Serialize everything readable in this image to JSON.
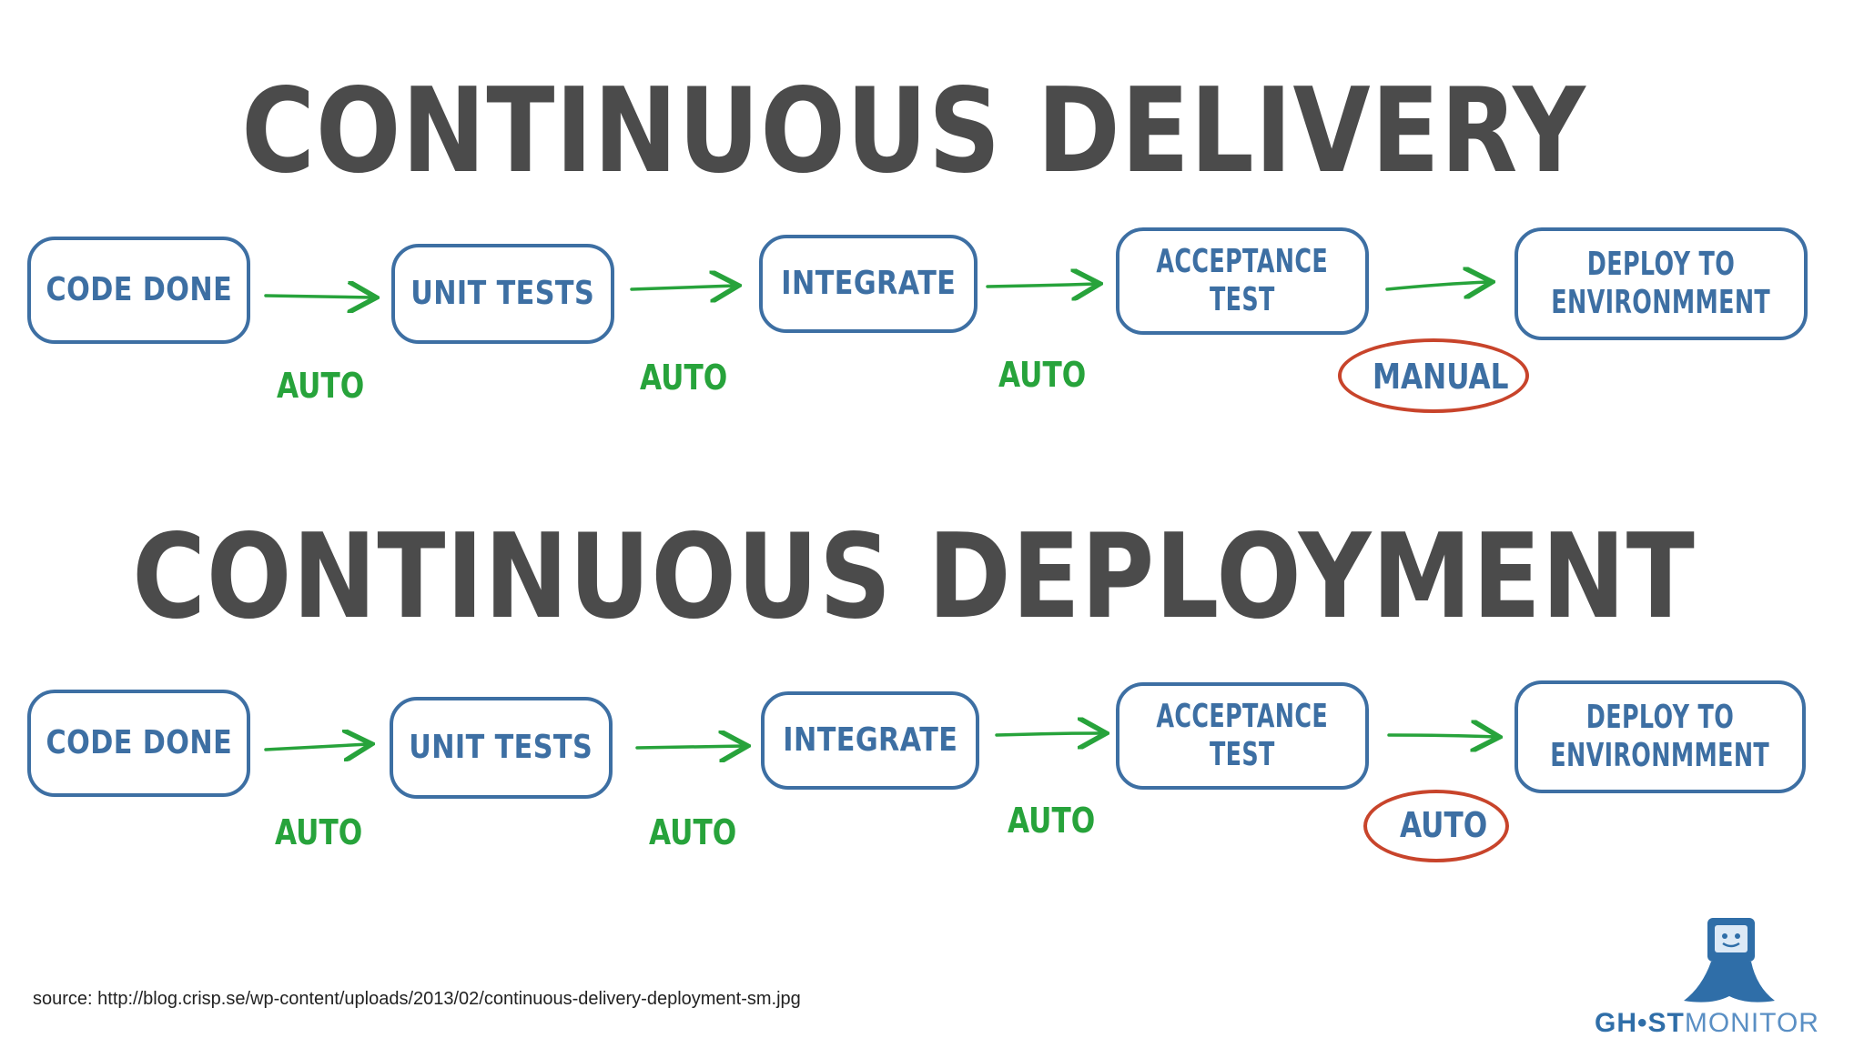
{
  "titles": {
    "delivery": "CONTINUOUS DELIVERY",
    "deployment": "CONTINUOUS DEPLOYMENT"
  },
  "pipeline_delivery": {
    "steps": [
      "CODE DONE",
      "UNIT TESTS",
      "INTEGRATE",
      "ACCEPTANCE TEST",
      "DEPLOY TO ENVIRONMMENT"
    ],
    "step_lines": [
      [
        "CODE DONE"
      ],
      [
        "UNIT TESTS"
      ],
      [
        "INTEGRATE"
      ],
      [
        "ACCEPTANCE",
        "TEST"
      ],
      [
        "DEPLOY TO",
        "ENVIRONMMENT"
      ]
    ],
    "transitions": [
      "AUTO",
      "AUTO",
      "AUTO",
      "MANUAL"
    ]
  },
  "pipeline_deployment": {
    "steps": [
      "CODE DONE",
      "UNIT TESTS",
      "INTEGRATE",
      "ACCEPTANCE TEST",
      "DEPLOY TO ENVIRONMMENT"
    ],
    "step_lines": [
      [
        "CODE DONE"
      ],
      [
        "UNIT TESTS"
      ],
      [
        "INTEGRATE"
      ],
      [
        "ACCEPTANCE",
        "TEST"
      ],
      [
        "DEPLOY TO",
        "ENVIRONMMENT"
      ]
    ],
    "transitions": [
      "AUTO",
      "AUTO",
      "AUTO",
      "AUTO"
    ]
  },
  "source": "source: http://blog.crisp.se/wp-content/uploads/2013/02/continuous-delivery-deployment-sm.jpg",
  "logo": {
    "part1": "GH",
    "part2": "ST",
    "part3": "MONITOR"
  },
  "colors": {
    "title": "#4b4b4b",
    "box": "#3d6fa3",
    "arrow": "#27a33b",
    "highlight_circle": "#c8442b"
  }
}
